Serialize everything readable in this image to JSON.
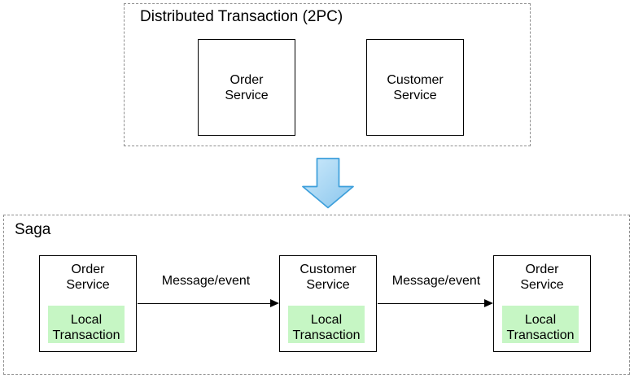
{
  "colors": {
    "box_border": "#000000",
    "dashed_border": "#8f8f8f",
    "local_transaction_fill": "#c6f6c4",
    "down_arrow_fill_light": "#cdeafb",
    "down_arrow_fill_dark": "#8ac6ed",
    "down_arrow_stroke": "#3d9fdb",
    "text": "#000000",
    "background": "#ffffff"
  },
  "top_section": {
    "title": "Distributed Transaction (2PC)",
    "boxes": [
      {
        "label": "Order\nService"
      },
      {
        "label": "Customer\nService"
      }
    ]
  },
  "transition": {
    "icon": "down-arrow"
  },
  "saga_section": {
    "title": "Saga",
    "nodes": [
      {
        "service": "Order\nService",
        "inner": "Local\nTransaction"
      },
      {
        "service": "Customer\nService",
        "inner": "Local\nTransaction"
      },
      {
        "service": "Order\nService",
        "inner": "Local\nTransaction"
      }
    ],
    "edges": [
      {
        "label": "Message/event"
      },
      {
        "label": "Message/event"
      }
    ]
  }
}
